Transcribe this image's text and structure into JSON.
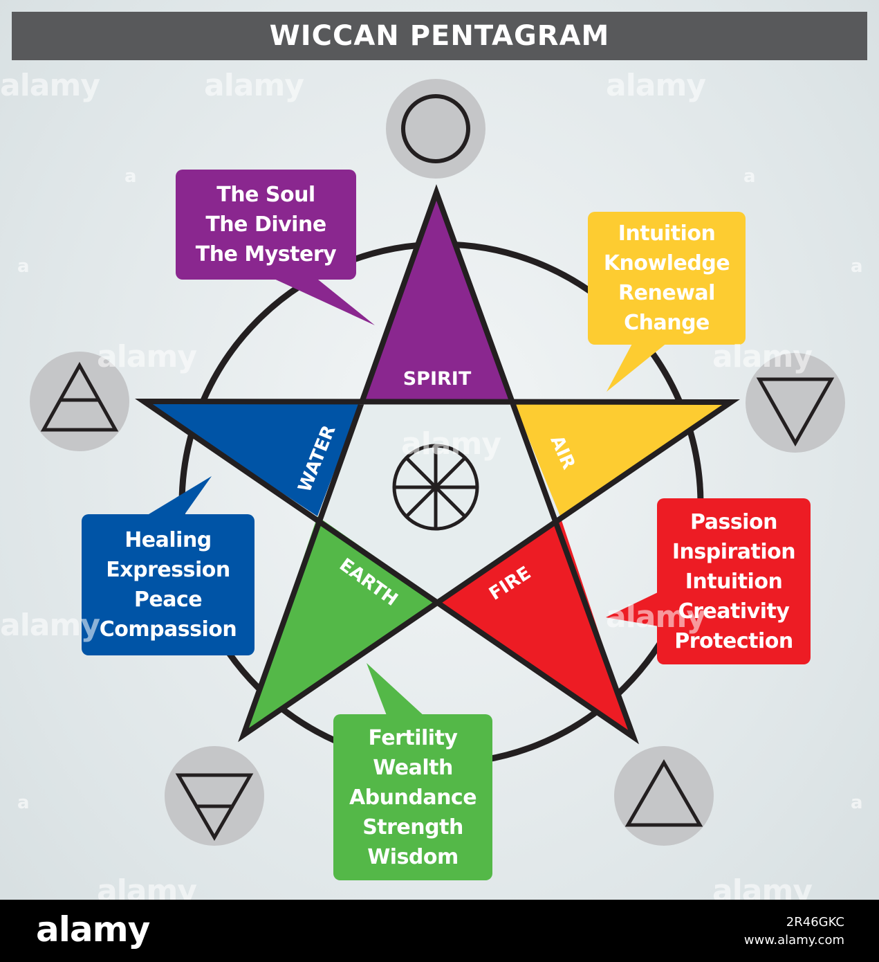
{
  "title": "WICCAN PENTAGRAM",
  "colors": {
    "spirit": "#8a278f",
    "air": "#fdcc31",
    "fire": "#ed1c24",
    "earth": "#54b848",
    "water": "#0054a6",
    "symbol_disc": "#c5c6c8",
    "title_bar": "#58595b"
  },
  "points": {
    "spirit": {
      "label": "SPIRIT",
      "lines": [
        "The Soul",
        "The Divine",
        "The Mystery"
      ]
    },
    "air": {
      "label": "AIR",
      "lines": [
        "Intuition",
        "Knowledge",
        "Renewal",
        "Change"
      ]
    },
    "fire": {
      "label": "FIRE",
      "lines": [
        "Passion",
        "Inspiration",
        "Intuition",
        "Creativity",
        "Protection"
      ]
    },
    "earth": {
      "label": "EARTH",
      "lines": [
        "Fertility",
        "Wealth",
        "Abundance",
        "Strength",
        "Wisdom"
      ]
    },
    "water": {
      "label": "WATER",
      "lines": [
        "Healing",
        "Expression",
        "Peace",
        "Compassion"
      ]
    }
  },
  "symbols": {
    "spirit": "circle-icon",
    "air": "triangle-with-bar-icon",
    "water": "inverted-triangle-icon",
    "earth": "inverted-triangle-with-bar-icon",
    "fire": "triangle-icon",
    "center": "eight-spoked-wheel-icon"
  },
  "watermark": {
    "brand": "alamy",
    "letter": "a",
    "image_id": "2R46GKC",
    "site": "www.alamy.com"
  }
}
